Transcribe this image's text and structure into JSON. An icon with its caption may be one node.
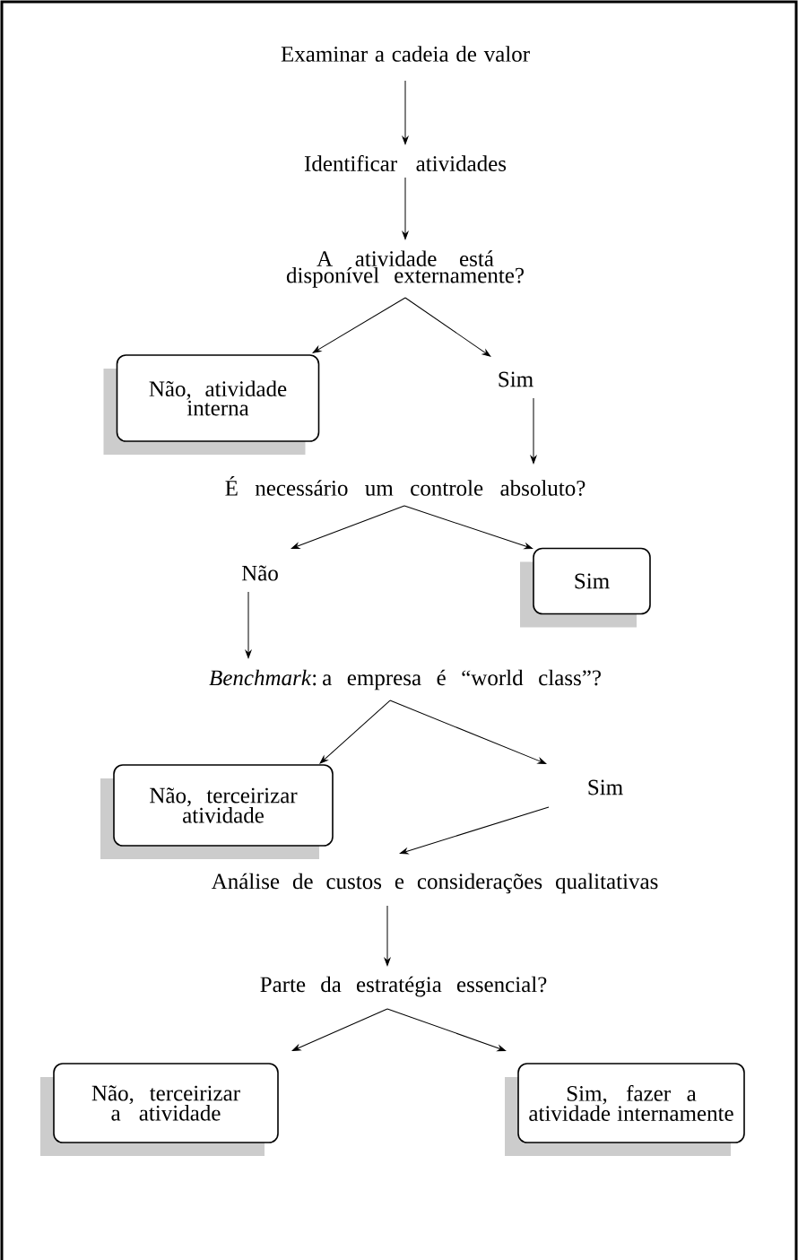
{
  "diagram": {
    "nodes": [
      {
        "text": [
          "Examinar a cadeia de valor"
        ]
      },
      {
        "text": [
          "Identificar atividades"
        ]
      },
      {
        "text": [
          "A atividade está disponível externamente?"
        ]
      },
      {
        "text": [
          "Não, atividade interna"
        ]
      },
      {
        "text": [
          "Sim"
        ]
      },
      {
        "text": [
          "É necessário um controle absoluto?"
        ]
      },
      {
        "text": [
          "Não"
        ]
      },
      {
        "text": [
          "Sim"
        ]
      },
      {
        "text": [
          "*Benchmark*: a empresa é “world class”?"
        ]
      },
      {
        "text": [
          "Não, terceirizar atividade"
        ]
      },
      {
        "text": [
          "Sim"
        ]
      },
      {
        "text": [
          "Análise de custos e considerações qualitativas"
        ]
      },
      {
        "text": [
          "Parte da estratégia essencial?"
        ]
      },
      {
        "text": [
          "Não, terceirizar a atividade"
        ]
      },
      {
        "text": [
          "Sim, fazer a atividade internamente"
        ]
      }
    ],
    "edges": [
      {
        "from": 0,
        "to": 1,
        "arrow": "to"
      },
      {
        "from": 1,
        "to": 2,
        "arrow": "to"
      },
      {
        "from": 2,
        "to": 3,
        "arrow": "to"
      },
      {
        "from": 2,
        "to": 4,
        "arrow": "to"
      },
      {
        "from": 4,
        "to": 5,
        "arrow": "to"
      },
      {
        "from": 5,
        "to": 6,
        "arrow": "to"
      },
      {
        "from": 5,
        "to": 7,
        "arrow": "to"
      },
      {
        "from": 6,
        "to": 8,
        "arrow": "to"
      },
      {
        "from": 8,
        "to": 9,
        "arrow": "to"
      },
      {
        "from": 8,
        "to": 10,
        "arrow": "to"
      },
      {
        "from": 10,
        "to": 11,
        "arrow": "to"
      },
      {
        "from": 11,
        "to": 12,
        "arrow": "to"
      },
      {
        "from": 12,
        "to": 13,
        "arrow": "to"
      },
      {
        "from": 12,
        "to": 14,
        "arrow": "to"
      }
    ]
  }
}
